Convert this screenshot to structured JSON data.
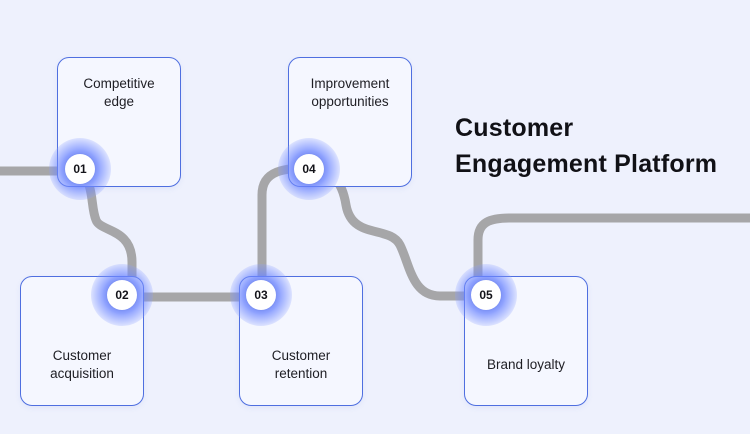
{
  "title": {
    "line1": "Customer",
    "line2": "Engagement Platform"
  },
  "colors": {
    "background": "#eef1fd",
    "card_border": "#4f6fe0",
    "path": "#a6a6a8",
    "badge_glow": "#6a86ff"
  },
  "steps": [
    {
      "number": "01",
      "label_line1": "Competitive",
      "label_line2": "edge"
    },
    {
      "number": "02",
      "label_line1": "Customer",
      "label_line2": "acquisition"
    },
    {
      "number": "03",
      "label_line1": "Customer",
      "label_line2": "retention"
    },
    {
      "number": "04",
      "label_line1": "Improvement",
      "label_line2": "opportunities"
    },
    {
      "number": "05",
      "label_line1": "Brand loyalty",
      "label_line2": ""
    }
  ]
}
